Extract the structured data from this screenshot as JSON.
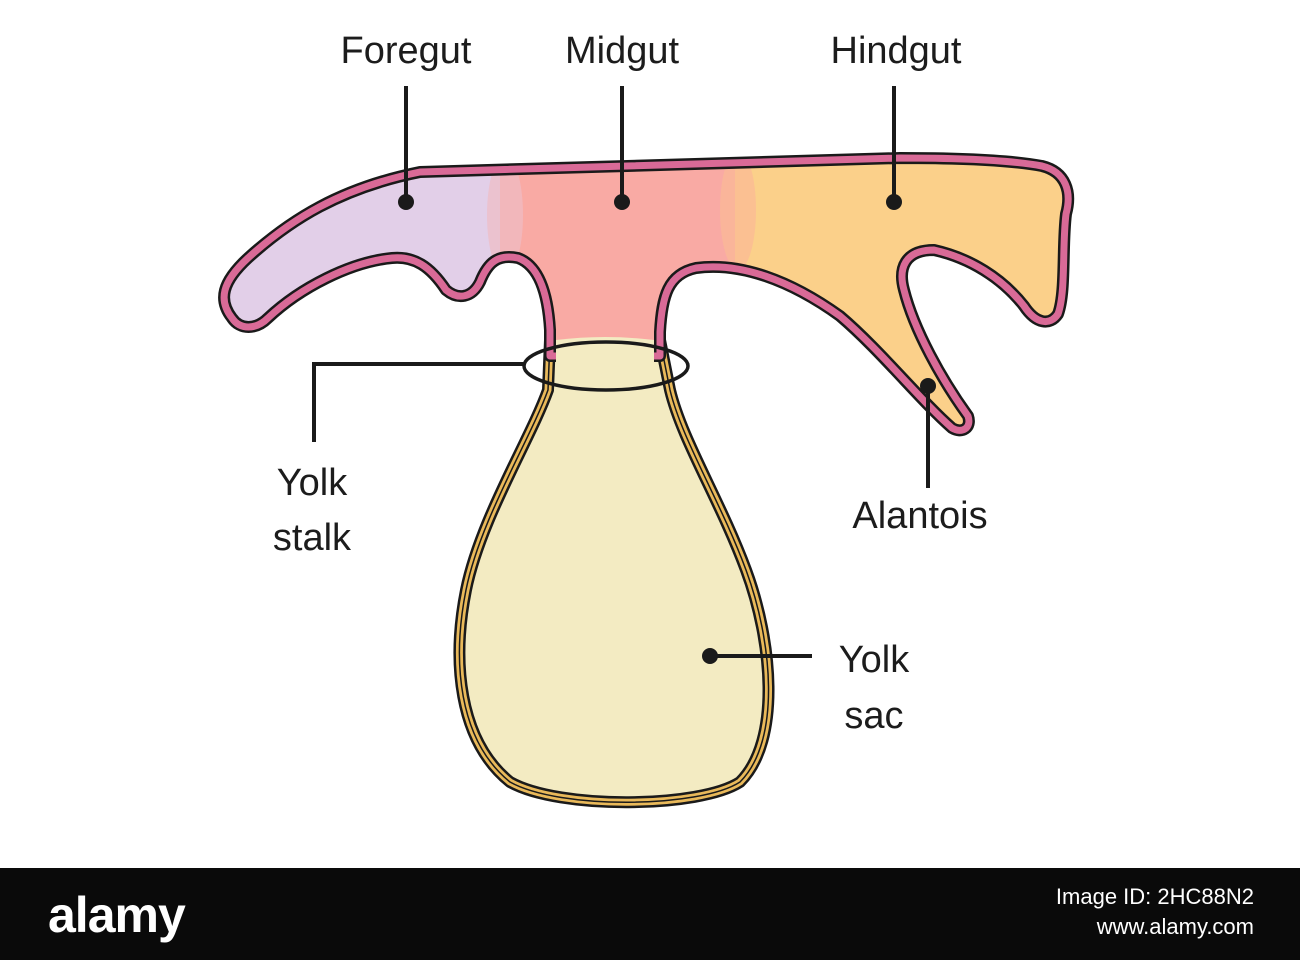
{
  "diagram": {
    "labels": {
      "foregut": "Foregut",
      "midgut": "Midgut",
      "hindgut": "Hindgut",
      "yolk_stalk_line1": "Yolk",
      "yolk_stalk_line2": "stalk",
      "alantois": "Alantois",
      "yolk_sac_line1": "Yolk",
      "yolk_sac_line2": "sac"
    },
    "colors": {
      "foregut_fill": "#e2cfe8",
      "midgut_fill": "#f9aaa4",
      "hindgut_fill": "#fbd08a",
      "yolk_sac_fill": "#f3ebc2",
      "gut_wall": "#d96a97",
      "yolk_wall": "#e9b95a",
      "outline": "#1a1a1a"
    }
  },
  "footer": {
    "logo": "alamy",
    "image_id": "Image ID: 2HC88N2",
    "site": "www.alamy.com"
  }
}
